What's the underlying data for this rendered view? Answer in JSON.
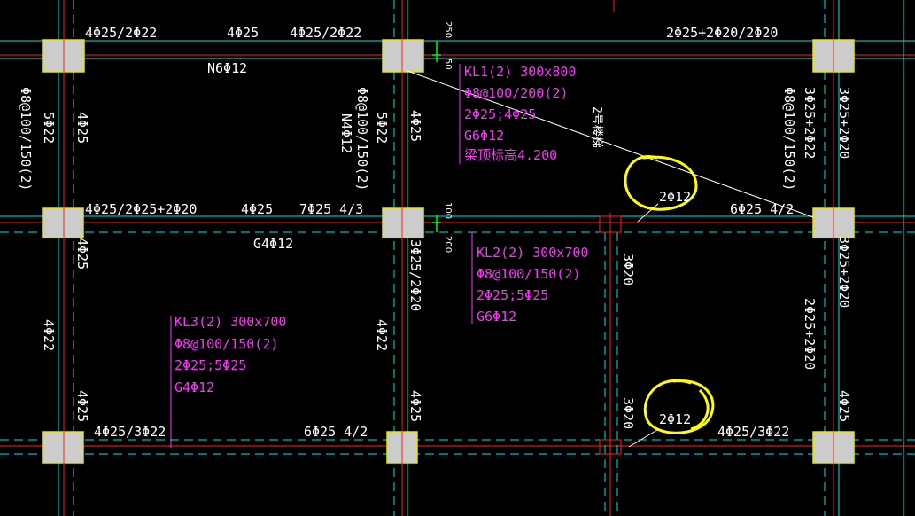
{
  "colors": {
    "background": "#000000",
    "axis": "#ff2020",
    "beam_line": "#00e5e5",
    "column_fill": "#cccccc",
    "column_edge": "#e6e600",
    "text": "#ffffff",
    "annotation": "#ff33ff",
    "highlight": "#ffff00",
    "marker": "#00ff00"
  },
  "top_reinforcement": {
    "left_support": "4Φ25/2Φ22",
    "mid_span": "4Φ25",
    "right_support": "4Φ25/2Φ22",
    "right_span": "2Φ25+2Φ20/2Φ20"
  },
  "top_waist_bar": "N6Φ12",
  "left_col": {
    "stirrup": "Φ8@100/150(2)",
    "bottom": "5Φ22",
    "top_lower": "4Φ25",
    "lower_top": "4Φ25",
    "lower_bottom": "4Φ22",
    "lower_end": "4Φ25"
  },
  "mid_col": {
    "stirrup": "Φ8@100/150(2)",
    "waist": "N4Φ12",
    "bottom": "5Φ22",
    "top": "4Φ25",
    "lower_top": "3Φ25/2Φ20",
    "lower_bottom": "4Φ22",
    "lower_end": "4Φ25"
  },
  "right_col": {
    "stirrup": "Φ8@100/150(2)",
    "bottom": "3Φ25+2Φ22",
    "top": "3Φ25+2Φ20",
    "lower_top": "3Φ25+2Φ20",
    "lower_bottom": "2Φ25+2Φ20",
    "lower_end": "4Φ25"
  },
  "dims": {
    "top_offset": "250",
    "top_offset2": "50",
    "mid_offset": "100",
    "mid_offset2": "200"
  },
  "kl1": {
    "name": "KL1(2) 300x800",
    "stirrup": "Φ8@100/200(2)",
    "longitudinal": "2Φ25;4Φ25",
    "waist": "G6Φ12",
    "elevation": "梁顶标高4.200"
  },
  "diagonal_label": "2号楼梯",
  "middle_reinforcement": {
    "left_support": "4Φ25/2Φ25+2Φ20",
    "mid_span": "4Φ25",
    "right_support": "7Φ25 4/3",
    "right_end": "6Φ25 4/2"
  },
  "middle_waist_bar": "G4Φ12",
  "kl2": {
    "name": "KL2(2) 300x700",
    "stirrup": "Φ8@100/150(2)",
    "longitudinal": "2Φ25;5Φ25",
    "waist": "G6Φ12"
  },
  "kl3": {
    "name": "KL3(2) 300x700",
    "stirrup": "Φ8@100/150(2)",
    "longitudinal": "2Φ25;5Φ25",
    "waist": "G4Φ12"
  },
  "secondary_beam": {
    "upper_bar": "3Φ20",
    "lower_bar": "3Φ20"
  },
  "highlighted_tags": {
    "upper": "2Φ12",
    "lower": "2Φ12"
  },
  "bottom_reinforcement": {
    "left_support": "4Φ25/3Φ22",
    "mid_span": "6Φ25 4/2",
    "right_support": "4Φ25/3Φ22"
  }
}
